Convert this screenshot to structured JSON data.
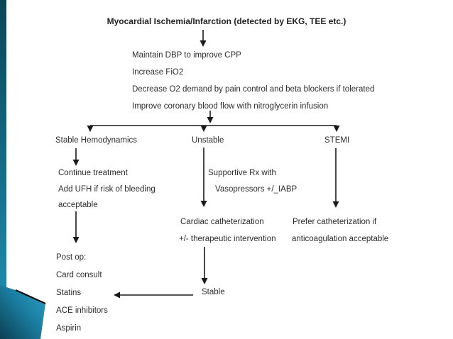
{
  "slide": {
    "title": "Myocardial Ischemia/Infarction (detected by EKG, TEE etc.)",
    "initial_management": [
      "Maintain DBP to improve CPP",
      "Increase FiO2",
      "Decrease O2 demand by pain control and beta blockers if tolerated",
      "Improve coronary blood flow with nitroglycerin infusion"
    ],
    "branch_stable": {
      "label": "Stable Hemodynamics",
      "treatment": [
        "Continue treatment",
        "Add UFH if risk of bleeding",
        "acceptable"
      ],
      "post_op": [
        "Post op:",
        "Card consult",
        "Statins",
        "ACE inhibitors",
        "Aspirin"
      ]
    },
    "branch_unstable": {
      "label": "Unstable",
      "supportive": [
        "Supportive Rx with",
        "Vasopressors +/_IABP"
      ],
      "catheterization": [
        "Cardiac catheterization",
        "+/- therapeutic intervention"
      ],
      "outcome": "Stable"
    },
    "branch_stemi": {
      "label": "STEMI",
      "recommendation": [
        "Prefer catheterization if",
        "anticoagulation acceptable"
      ]
    },
    "colors": {
      "accent_teal_bright": "#2ea4c9",
      "accent_teal_mid": "#1b7fa2",
      "accent_teal_dark": "#0b3f53",
      "arrow_black": "#1a1a1a"
    }
  }
}
